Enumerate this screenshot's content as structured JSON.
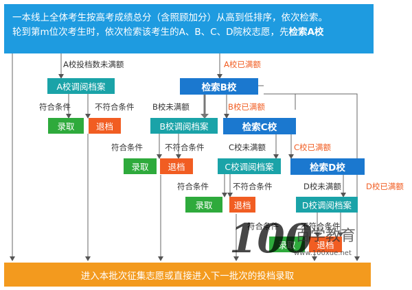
{
  "top_box": {
    "line1": "一本线上全体考生按高考成绩总分（含照顾加分）从高到低排序，依次检索。",
    "line2": "轮到第m位次考生时，依次检索该考生的A、B、C、D院校志愿，先",
    "line2_bold": "检索A校"
  },
  "labels": {
    "a_not_full": "A校投档数未满额",
    "a_full": "A校已满额",
    "b_not_full": "B校未满额",
    "b_full": "B校已满额",
    "c_not_full": "C校未满额",
    "c_full": "C校已满额",
    "d_not_full": "D校未满额",
    "d_full": "D校已满额",
    "meets": "符合条件",
    "not_meets": "不符合条件"
  },
  "boxes": {
    "a_review": "A校调阅档案",
    "search_b": "检索B校",
    "b_review": "B校调阅档案",
    "search_c": "检索C校",
    "c_review": "C校调阅档案",
    "search_d": "检索D校",
    "d_review": "D校调阅档案",
    "admit": "录取",
    "reject": "退档"
  },
  "bottom_box": "进入本批次征集志愿或直接进入下一批次的投档录取",
  "watermark": {
    "logo": "100",
    "brand": "百学教育",
    "url": "www.100xue.net"
  },
  "colors": {
    "header_blue": "#1e9be0",
    "review_teal": "#1aa3a8",
    "search_blue": "#1b78cf",
    "admit_green": "#2eaa3c",
    "reject_orange": "#f15d22",
    "bottom_orange": "#f39a1e"
  }
}
